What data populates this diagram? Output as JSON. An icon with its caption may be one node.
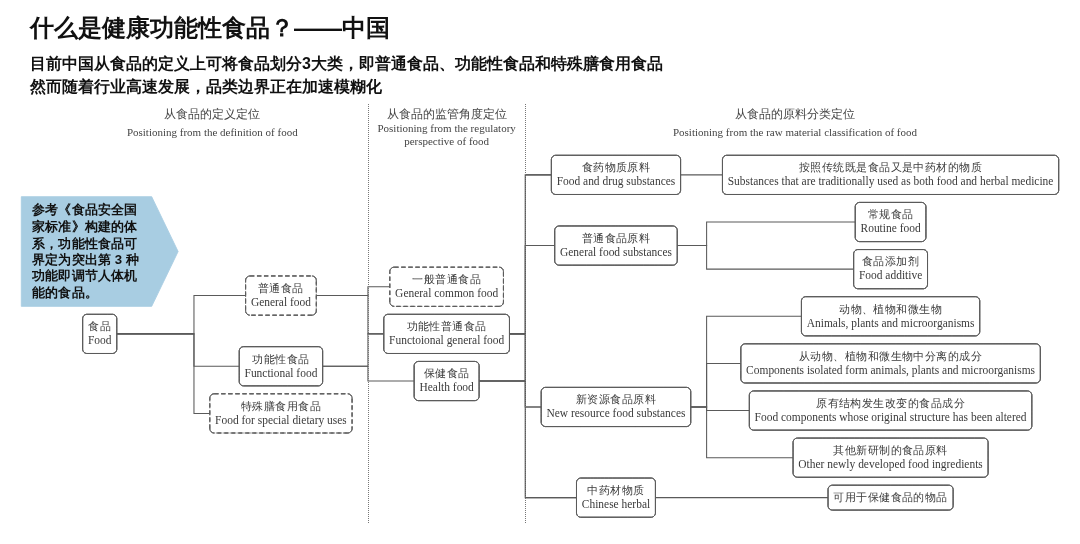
{
  "diagram": {
    "title": "什么是健康功能性食品？——中国",
    "nodes": [
      {
        "text": [
          "参考《食品安全国家标准》构建的体系，功能性食品可界定为突出第 3 种功能即调节人体机能的食品。"
        ]
      },
      {
        "text": [
          "食品",
          "Food"
        ]
      },
      {
        "text": [
          "普通食品",
          "General food"
        ]
      },
      {
        "text": [
          "功能性食品",
          "Functional food"
        ]
      },
      {
        "text": [
          "特殊膳食用食品",
          "Food for special dietary uses"
        ]
      },
      {
        "text": [
          "一般普通食品",
          "General common food"
        ]
      },
      {
        "text": [
          "功能性普通食品",
          "Functoional general food"
        ]
      },
      {
        "text": [
          "保健食品",
          "Health food"
        ]
      },
      {
        "text": [
          "食药物质原料",
          "Food and drug substances"
        ]
      },
      {
        "text": [
          "普通食品原料",
          "General food substances"
        ]
      },
      {
        "text": [
          "新资源食品原料",
          "New resource food substances"
        ]
      },
      {
        "text": [
          "中药材物质",
          "Chinese herbal"
        ]
      },
      {
        "text": [
          "按照传统既是食品又是中药材的物质",
          "Substances that are traditionally used as both food and herbal medicine"
        ]
      },
      {
        "text": [
          "常规食品",
          "Routine food"
        ]
      },
      {
        "text": [
          "食品添加剂",
          "Food additive"
        ]
      },
      {
        "text": [
          "动物、植物和微生物",
          "Animals, plants and microorganisms"
        ]
      },
      {
        "text": [
          "从动物、植物和微生物中分离的成分",
          "Components isolated form animals, plants and microorganisms"
        ]
      },
      {
        "text": [
          "原有结构发生改变的食品成分",
          "Food components whose original structure has been altered"
        ]
      },
      {
        "text": [
          "其他新研制的食品原料",
          "Other newly developed food ingredients"
        ]
      },
      {
        "text": [
          "可用于保健食品的物品"
        ]
      }
    ],
    "edges": [
      {
        "from": 1,
        "to": 2,
        "arrow": "none"
      },
      {
        "from": 1,
        "to": 3,
        "arrow": "none"
      },
      {
        "from": 1,
        "to": 4,
        "arrow": "none"
      },
      {
        "from": 2,
        "to": 5,
        "arrow": "none"
      },
      {
        "from": 2,
        "to": 6,
        "arrow": "none"
      },
      {
        "from": 3,
        "to": 6,
        "arrow": "none"
      },
      {
        "from": 3,
        "to": 7,
        "arrow": "none"
      },
      {
        "from": 6,
        "to": 8,
        "arrow": "none"
      },
      {
        "from": 6,
        "to": 9,
        "arrow": "none"
      },
      {
        "from": 6,
        "to": 10,
        "arrow": "none"
      },
      {
        "from": 6,
        "to": 11,
        "arrow": "none"
      },
      {
        "from": 7,
        "to": 8,
        "arrow": "none"
      },
      {
        "from": 7,
        "to": 9,
        "arrow": "none"
      },
      {
        "from": 7,
        "to": 10,
        "arrow": "none"
      },
      {
        "from": 7,
        "to": 11,
        "arrow": "none"
      },
      {
        "from": 8,
        "to": 12,
        "arrow": "none"
      },
      {
        "from": 9,
        "to": 13,
        "arrow": "none"
      },
      {
        "from": 9,
        "to": 14,
        "arrow": "none"
      },
      {
        "from": 10,
        "to": 15,
        "arrow": "none"
      },
      {
        "from": 10,
        "to": 16,
        "arrow": "none"
      },
      {
        "from": 10,
        "to": 17,
        "arrow": "none"
      },
      {
        "from": 10,
        "to": 18,
        "arrow": "none"
      },
      {
        "from": 11,
        "to": 19,
        "arrow": "none"
      }
    ],
    "labels": [
      "目前中国从食品的定义上可将食品划分3大类，即普通食品、功能性食品和特殊膳食用食品",
      "然而随着行业高速发展，品类边界正在加速模糊化",
      "从食品的定义定位",
      "Positioning from the definition of food",
      "从食品的监管角度定位",
      "Positioning from the regulatory perspective of food",
      "从食品的原料分类定位",
      "Positioning from the raw material classification of food"
    ]
  }
}
